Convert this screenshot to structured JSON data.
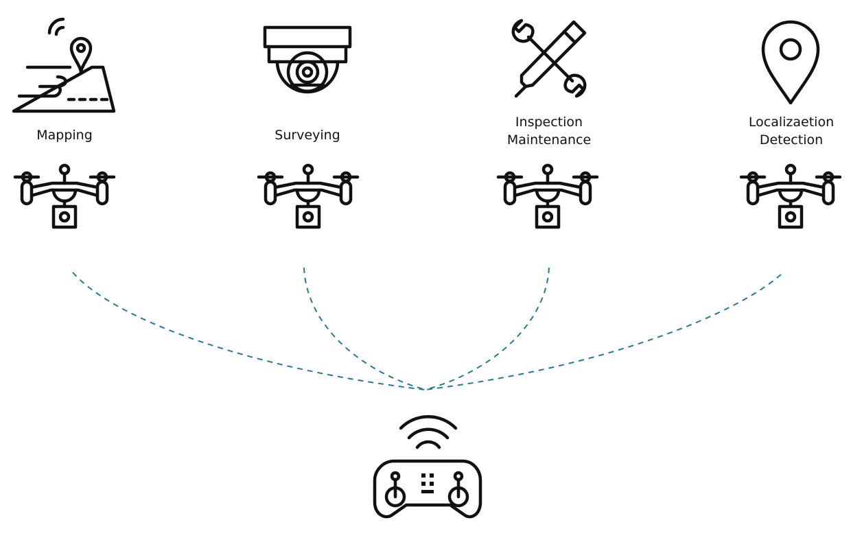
{
  "colors": {
    "ink": "#111111",
    "connector": "#1f7a95",
    "background": "#ffffff"
  },
  "use_cases": [
    {
      "id": "mapping",
      "icon": "map-pin-icon",
      "lines": [
        "Mapping"
      ]
    },
    {
      "id": "surveying",
      "icon": "security-camera-icon",
      "lines": [
        "Surveying"
      ]
    },
    {
      "id": "inspection",
      "icon": "wrench-screwdriver-icon",
      "lines": [
        "Inspection",
        "Maintenance"
      ]
    },
    {
      "id": "localization",
      "icon": "location-pin-icon",
      "lines": [
        "Localizaetion",
        "Detection"
      ]
    }
  ],
  "drone_icon": "drone-icon",
  "controller_icon": "remote-controller-icon"
}
